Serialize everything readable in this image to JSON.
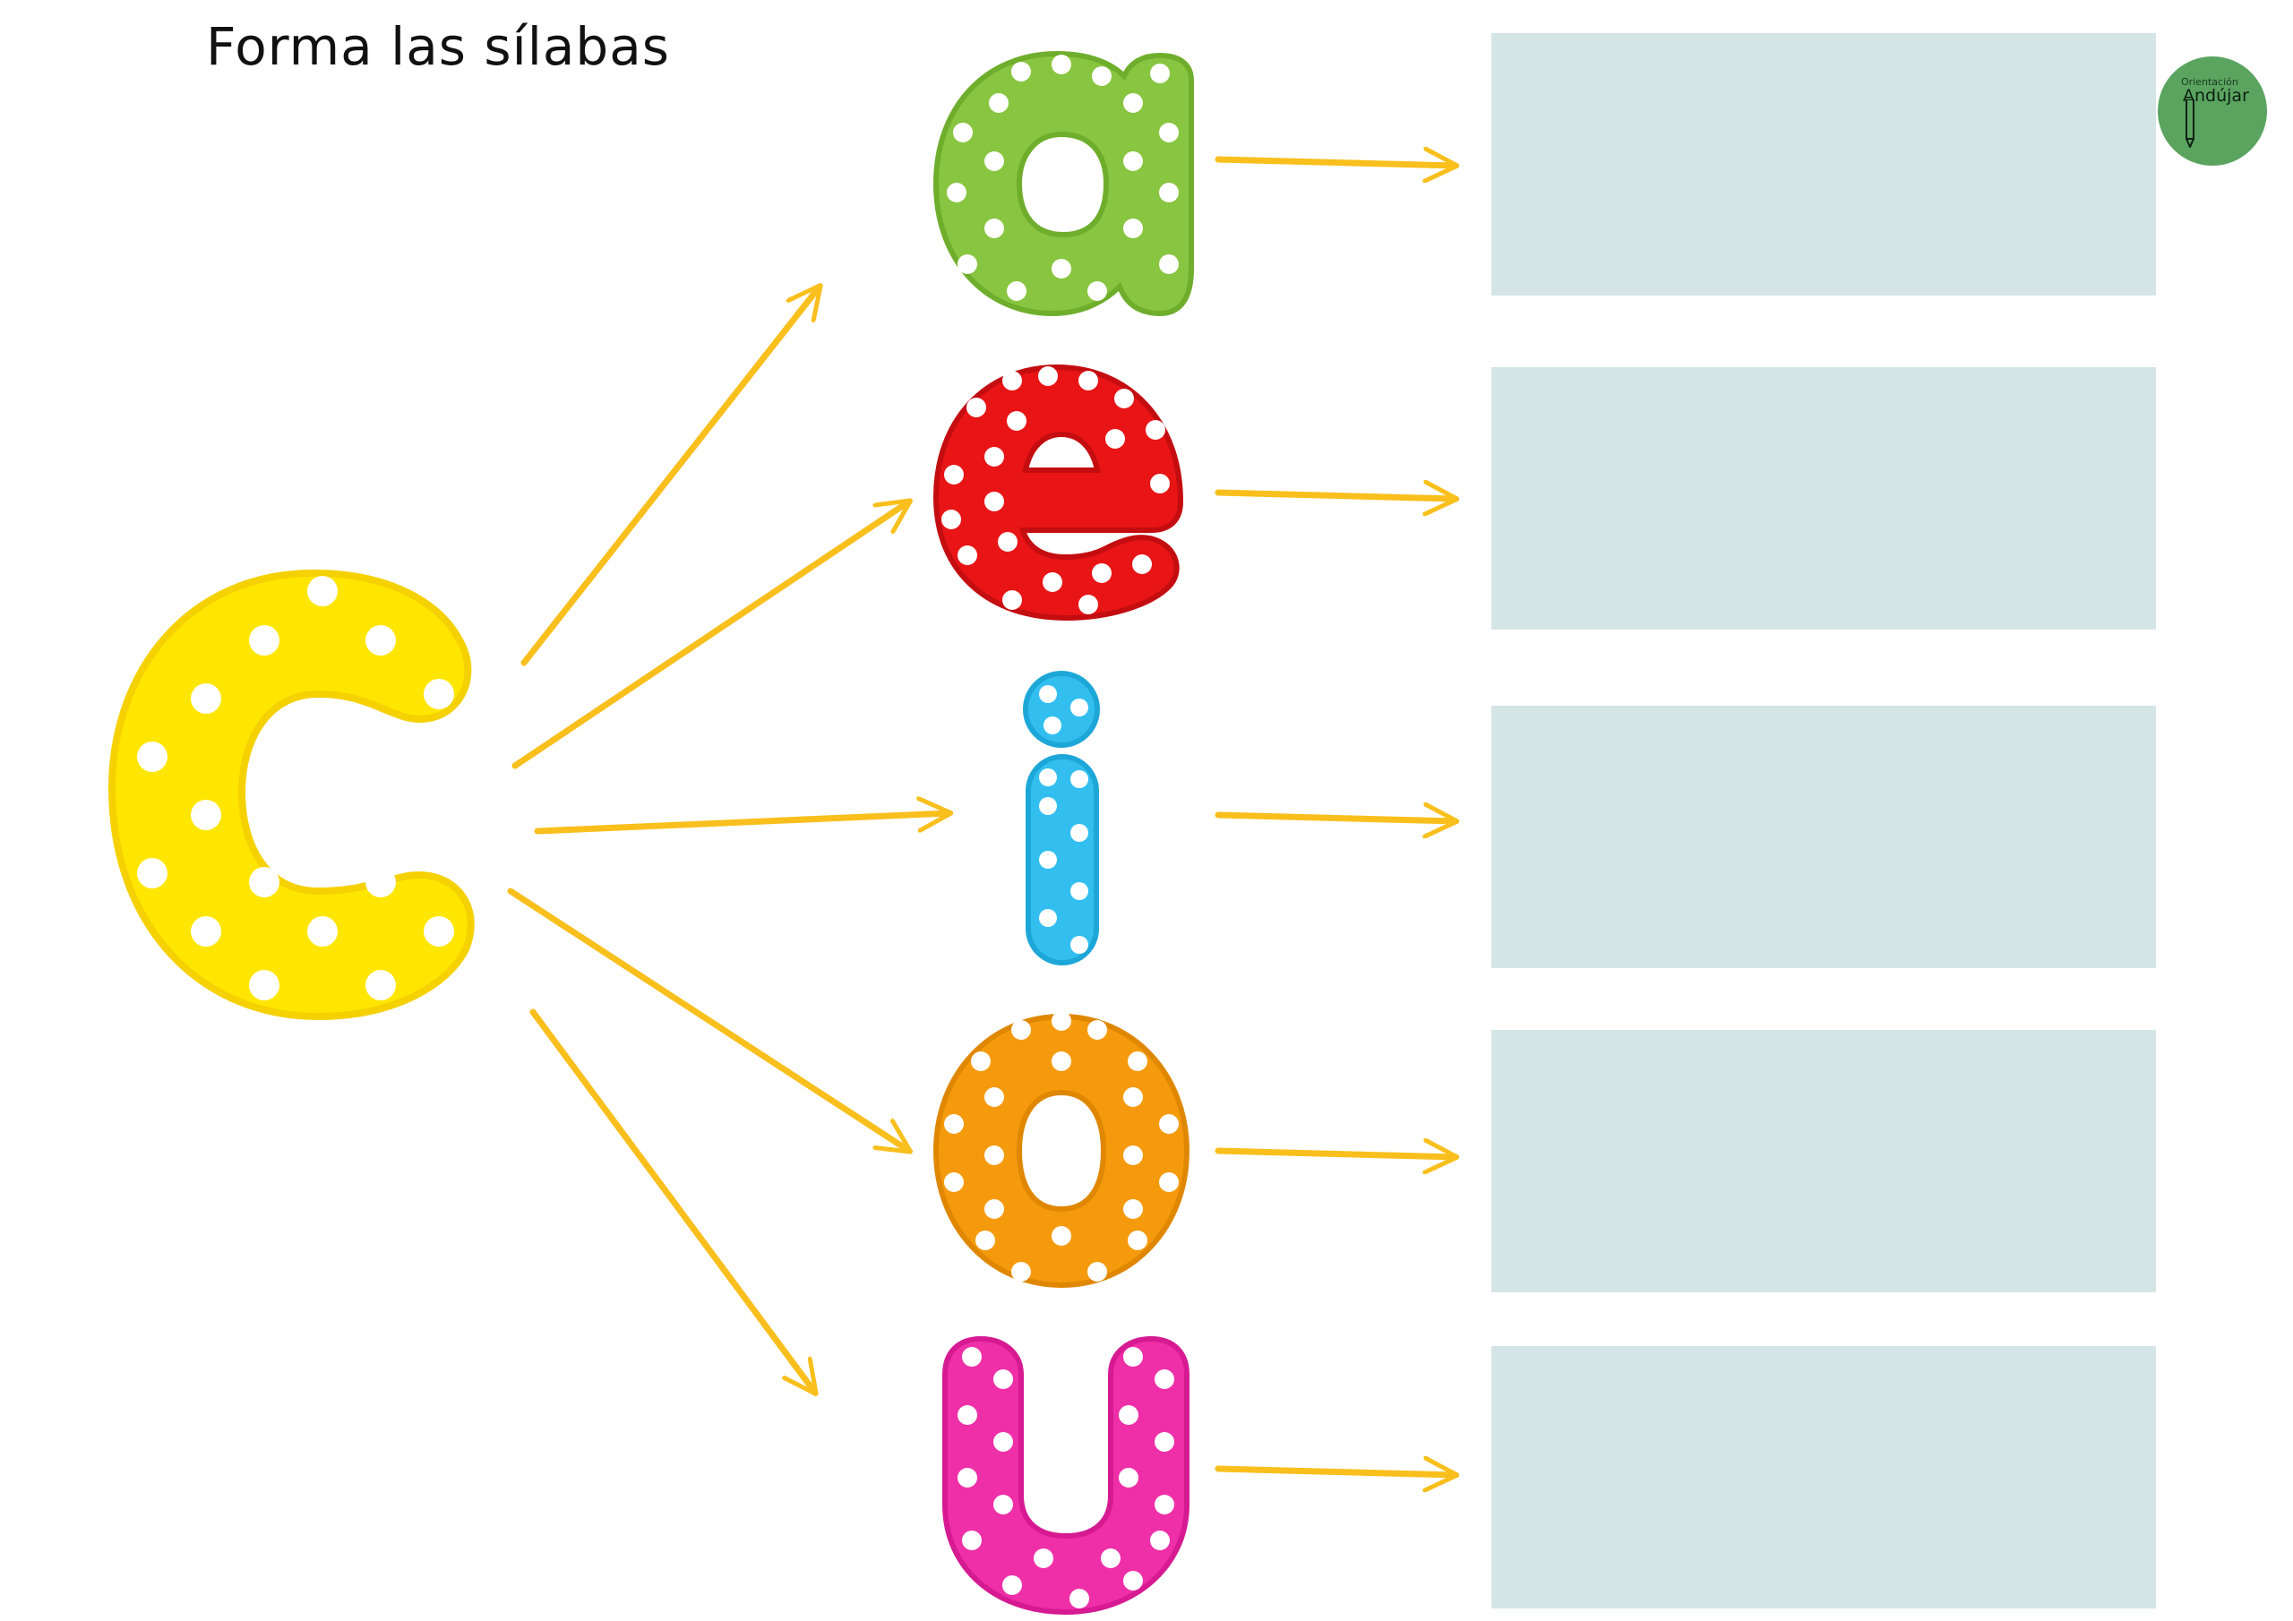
{
  "title": "Forma las sílabas",
  "consonant": {
    "letter": "c",
    "color": "#ffe600"
  },
  "vowels": [
    {
      "letter": "a",
      "color": "#88c540"
    },
    {
      "letter": "e",
      "color": "#e81416"
    },
    {
      "letter": "i",
      "color": "#32bff0"
    },
    {
      "letter": "o",
      "color": "#f49a0c"
    },
    {
      "letter": "u",
      "color": "#ee2fa8"
    }
  ],
  "answer_boxes": [
    "",
    "",
    "",
    "",
    ""
  ],
  "arrow_color": "#f9bf1c",
  "box_color": "#d5e5e6",
  "logo": {
    "line1": "Orientación",
    "line2": "Andújar",
    "color": "#5aa460"
  }
}
